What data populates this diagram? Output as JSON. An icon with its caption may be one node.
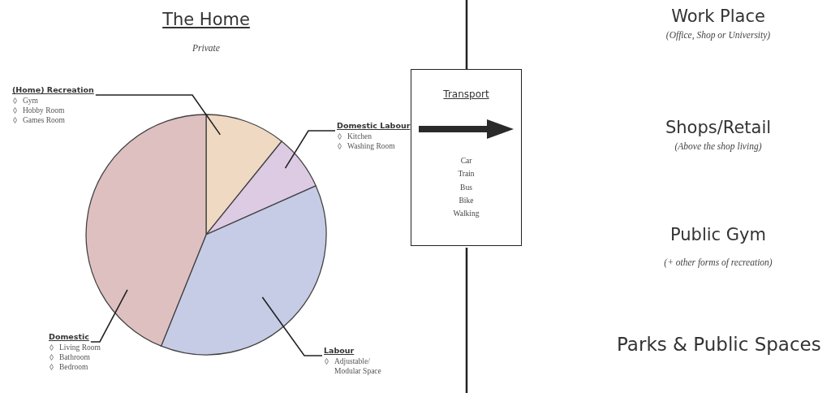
{
  "diagram": {
    "title": "The Home",
    "nodes": [
      {
        "text": [
          "(Home) Recreation",
          "Gym",
          "Hobby Room",
          "Games Room"
        ]
      },
      {
        "text": [
          "Domestic Labour",
          "Kitchen",
          "Washing Room"
        ]
      },
      {
        "text": [
          "Transport",
          "Car",
          "Train",
          "Bus",
          "Bike",
          "Walking"
        ]
      },
      {
        "text": [],
        "shape": "wedge"
      },
      {
        "text": [],
        "shape": "wedge"
      },
      {
        "text": [],
        "shape": "wedge"
      },
      {
        "text": [],
        "shape": "wedge"
      },
      {
        "text": [
          "Domestic",
          "Living Room",
          "Bathroom",
          "Bedroom"
        ]
      },
      {
        "text": [
          "Labour",
          "Adjustable/ Modular Space"
        ]
      }
    ],
    "edges": [
      {
        "from": 0,
        "to": 3,
        "arrow": "none"
      },
      {
        "from": 1,
        "to": 4,
        "arrow": "none"
      },
      {
        "from": 7,
        "to": 6,
        "arrow": "none"
      },
      {
        "from": 8,
        "to": 5,
        "arrow": "none"
      }
    ],
    "labels": [
      "Private",
      "Work Place",
      "(Office, Shop or University)",
      "Shops/Retail",
      "(Above the shop living)",
      "Public Gym",
      "(+ other forms of recreation)",
      "Parks & Public Spaces"
    ]
  }
}
